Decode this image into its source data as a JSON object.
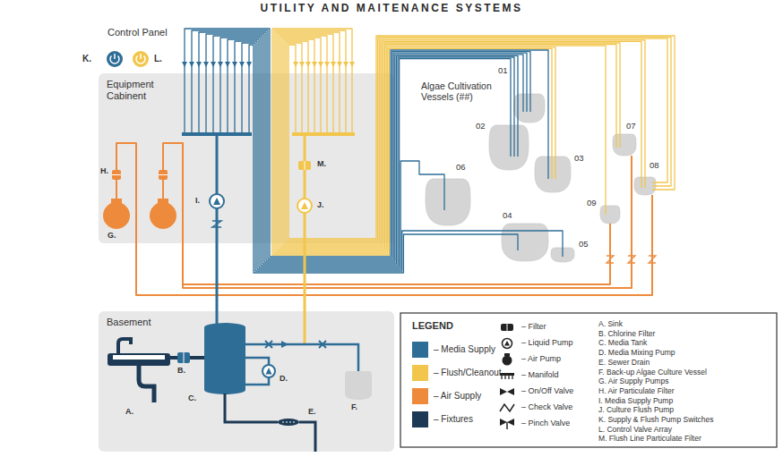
{
  "diagram": {
    "title": "UTILITY AND MAITENANCE SYSTEMS",
    "nodes": [
      {
        "text": [
          "Equipment Cabinent"
        ]
      },
      {
        "text": [
          "Basement"
        ]
      }
    ],
    "edges": [
      {
        "from": 1,
        "to": 0,
        "arrow": "none"
      },
      {
        "from": 1,
        "to": 0,
        "arrow": "none"
      }
    ],
    "labels": [
      "Control Panel",
      "K.",
      "L.",
      "Algae Cultivation Vessels (##)",
      "01",
      "02",
      "03",
      "04",
      "05",
      "06",
      "07",
      "08",
      "09",
      "H.",
      "G.",
      "I.",
      "J.",
      "M.",
      "A.",
      "B.",
      "C.",
      "D.",
      "E.",
      "F.",
      "LEGEND",
      "A. Sink",
      "B. Chlorine Filter",
      "C. Media Tank",
      "D. Media Mixing Pump",
      "E. Sewer Drain",
      "F. Back-up Algae Culture Vessel",
      "G. Air Supply Pumps",
      "H. Air Particulate Filter",
      "I. Media Supply Pump",
      "J. Culture Flush Pump",
      "K. Supply & Flush Pump Switches",
      "L. Control Valve Array",
      "M. Flush Line Particulate Filter"
    ],
    "legend": [
      {
        "text": "– Media Supply",
        "color": "#2e6d96"
      },
      {
        "text": "– Flush/Cleanout",
        "color": "#f2c54c"
      },
      {
        "text": "– Air Supply",
        "color": "#ee8a3b"
      },
      {
        "text": "– Fixtures",
        "color": "#1c3a55"
      },
      {
        "text": "– Filter"
      },
      {
        "text": "– Liquid Pump"
      },
      {
        "text": "– Air Pump"
      },
      {
        "text": "– Manifold"
      },
      {
        "text": "– On/Off Valve"
      },
      {
        "text": "– Check Valve"
      },
      {
        "text": "– Pinch Valve"
      }
    ]
  }
}
